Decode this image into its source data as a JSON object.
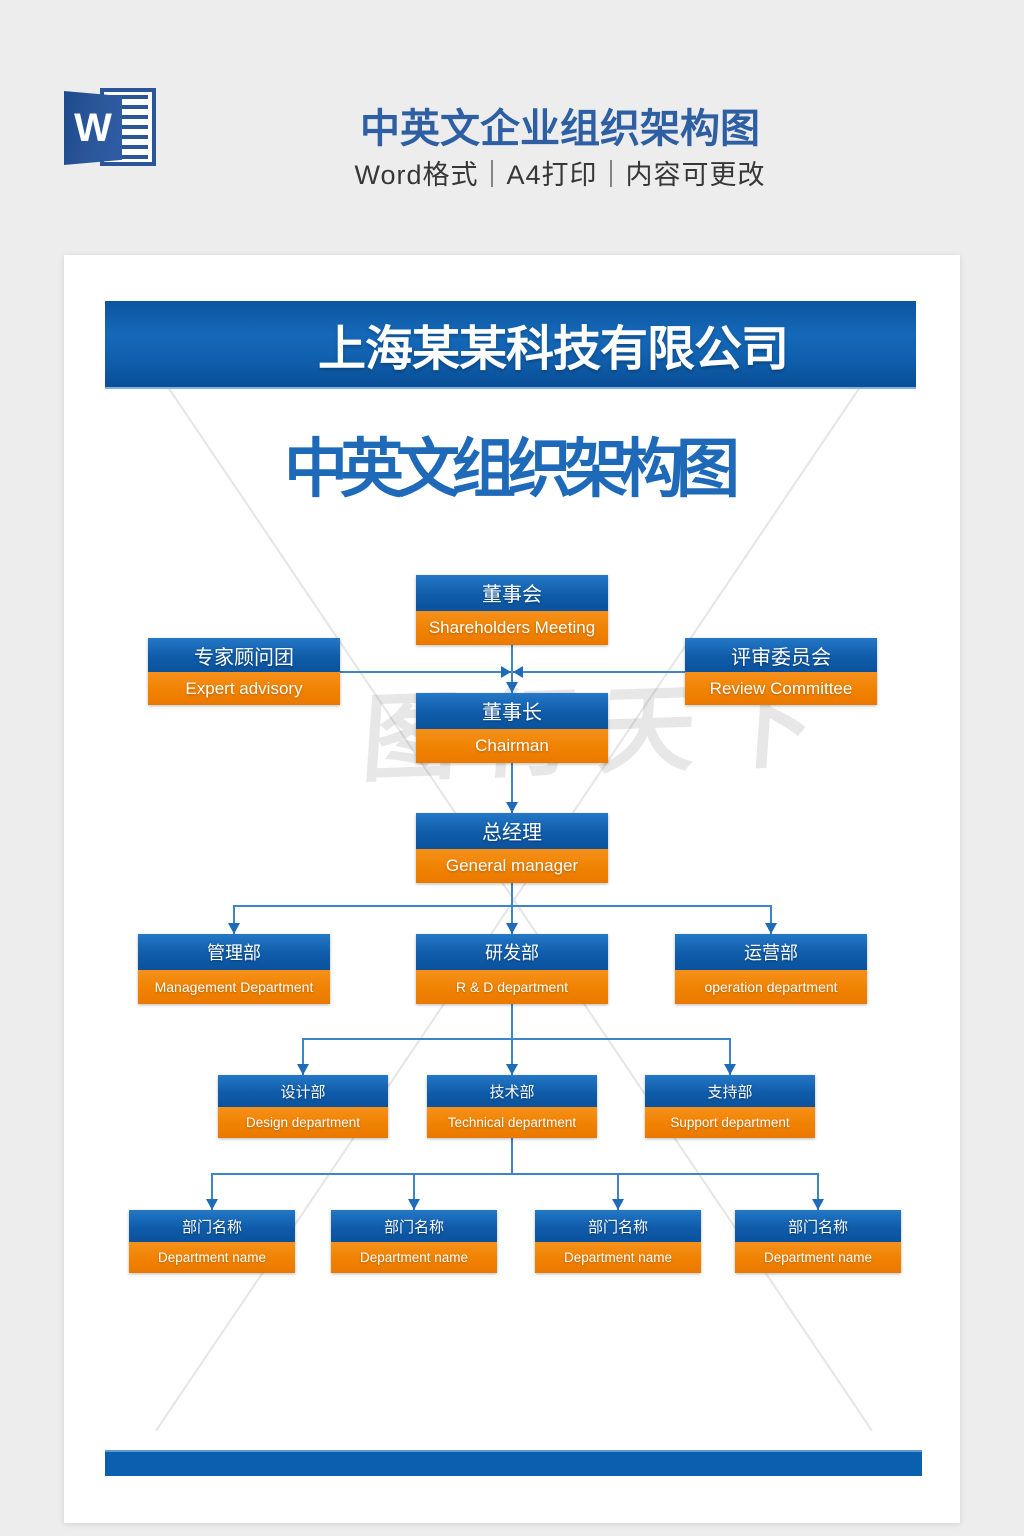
{
  "colors": {
    "background": "#ededed",
    "page": "#ffffff",
    "banner_blue": "#0d5aa7",
    "box_blue": "#0f5caa",
    "box_orange": "#f08200",
    "connector_line": "#3d85c6",
    "arrow": "#1e6cb8",
    "header_title_blue": "#2e5fa3",
    "chart_title_blue": "#1e6ab8",
    "subtitle_text": "#373737",
    "word_brand_blue": "#2a5699",
    "bottom_bar_blue": "#0a60af",
    "watermark_gray": "#6f6f6f"
  },
  "header": {
    "word_icon_letter": "W",
    "title": "中英文企业组织架构图",
    "subtitle": "Word格式｜A4打印｜内容可更改"
  },
  "document": {
    "company_banner": "上海某某科技有限公司",
    "chart_title": "中英文组织架构图",
    "watermark_text": "图行天下"
  },
  "org_chart": {
    "nodes": [
      {
        "id": "shareholders-meeting",
        "zh": "董事会",
        "en": "Shareholders Meeting"
      },
      {
        "id": "expert-advisory",
        "zh": "专家顾问团",
        "en": "Expert advisory"
      },
      {
        "id": "review-committee",
        "zh": "评审委员会",
        "en": "Review Committee"
      },
      {
        "id": "chairman",
        "zh": "董事长",
        "en": "Chairman"
      },
      {
        "id": "general-manager",
        "zh": "总经理",
        "en": "General manager"
      },
      {
        "id": "management-department",
        "zh": "管理部",
        "en": "Management Department"
      },
      {
        "id": "rd-department",
        "zh": "研发部",
        "en": "R & D department"
      },
      {
        "id": "operation-department",
        "zh": "运营部",
        "en": "operation department"
      },
      {
        "id": "design-department",
        "zh": "设计部",
        "en": "Design department"
      },
      {
        "id": "technical-department",
        "zh": "技术部",
        "en": "Technical department"
      },
      {
        "id": "support-department",
        "zh": "支持部",
        "en": "Support department"
      },
      {
        "id": "department-name-1",
        "zh": "部门名称",
        "en": "Department name"
      },
      {
        "id": "department-name-2",
        "zh": "部门名称",
        "en": "Department name"
      },
      {
        "id": "department-name-3",
        "zh": "部门名称",
        "en": "Department name"
      },
      {
        "id": "department-name-4",
        "zh": "部门名称",
        "en": "Department name"
      }
    ]
  }
}
